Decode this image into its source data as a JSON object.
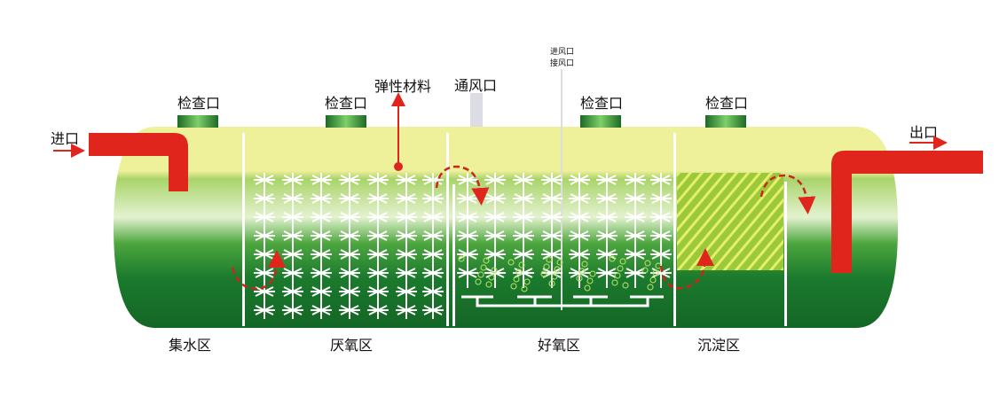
{
  "labels": {
    "inspection_port": "检查口",
    "elastic_material": "弹性材料",
    "vent": "通风口",
    "air_inlet": "进风口",
    "air_connect": "接风口",
    "inlet": "进口",
    "outlet": "出口"
  },
  "zones": {
    "collection": "集水区",
    "anaerobic": "厌氧区",
    "aerobic": "好氧区",
    "sedimentation": "沉淀区"
  },
  "colors": {
    "pipe": "#e0261c",
    "tank_top": "#f2f2a0",
    "tank_green": "#1f7a2a",
    "cap_green": "#2e8b3a"
  }
}
